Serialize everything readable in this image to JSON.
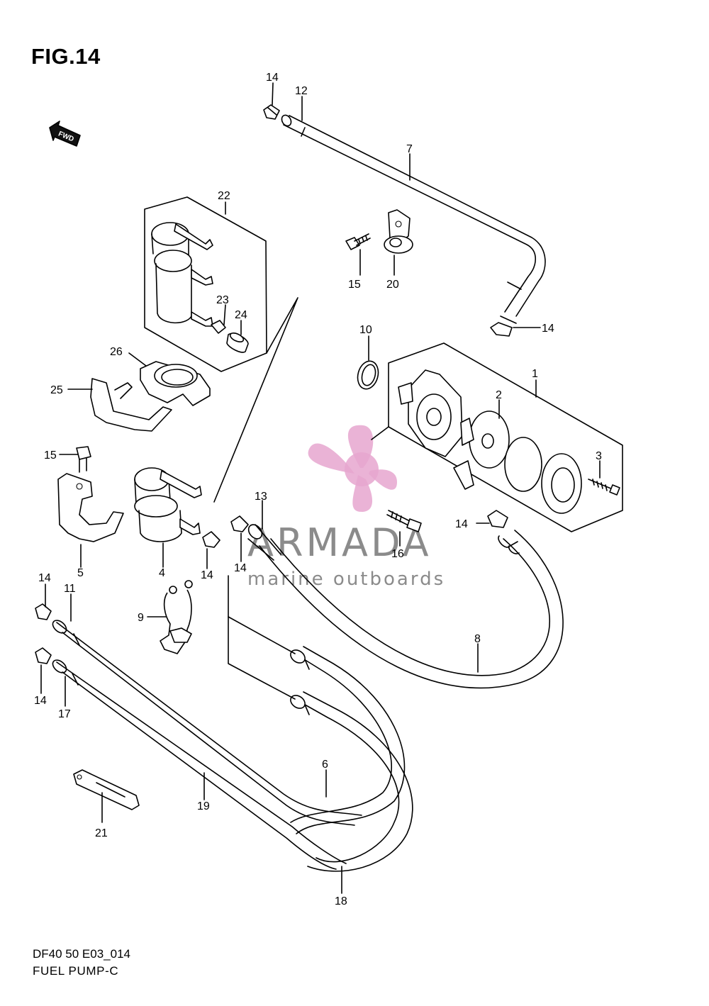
{
  "figure": {
    "title": "FIG.14"
  },
  "footer": {
    "drawing_code": "DF40 50 E03_014",
    "section_name": "FUEL PUMP-C"
  },
  "fwd_arrow": {
    "label": "FWD"
  },
  "watermark": {
    "brand": "ARMADA",
    "tagline": "marine outboards",
    "logo_color": "#e6a6cf",
    "text_color": "#8b8b8b"
  },
  "callouts": [
    {
      "text": "1"
    },
    {
      "text": "2"
    },
    {
      "text": "3"
    },
    {
      "text": "4"
    },
    {
      "text": "5"
    },
    {
      "text": "6"
    },
    {
      "text": "7"
    },
    {
      "text": "8"
    },
    {
      "text": "9"
    },
    {
      "text": "10"
    },
    {
      "text": "11"
    },
    {
      "text": "12"
    },
    {
      "text": "13"
    },
    {
      "text": "14"
    },
    {
      "text": "14"
    },
    {
      "text": "14"
    },
    {
      "text": "14"
    },
    {
      "text": "14"
    },
    {
      "text": "14"
    },
    {
      "text": "14"
    },
    {
      "text": "15"
    },
    {
      "text": "15"
    },
    {
      "text": "16"
    },
    {
      "text": "17"
    },
    {
      "text": "18"
    },
    {
      "text": "19"
    },
    {
      "text": "20"
    },
    {
      "text": "21"
    },
    {
      "text": "22"
    },
    {
      "text": "23"
    },
    {
      "text": "24"
    },
    {
      "text": "25"
    },
    {
      "text": "26"
    }
  ]
}
